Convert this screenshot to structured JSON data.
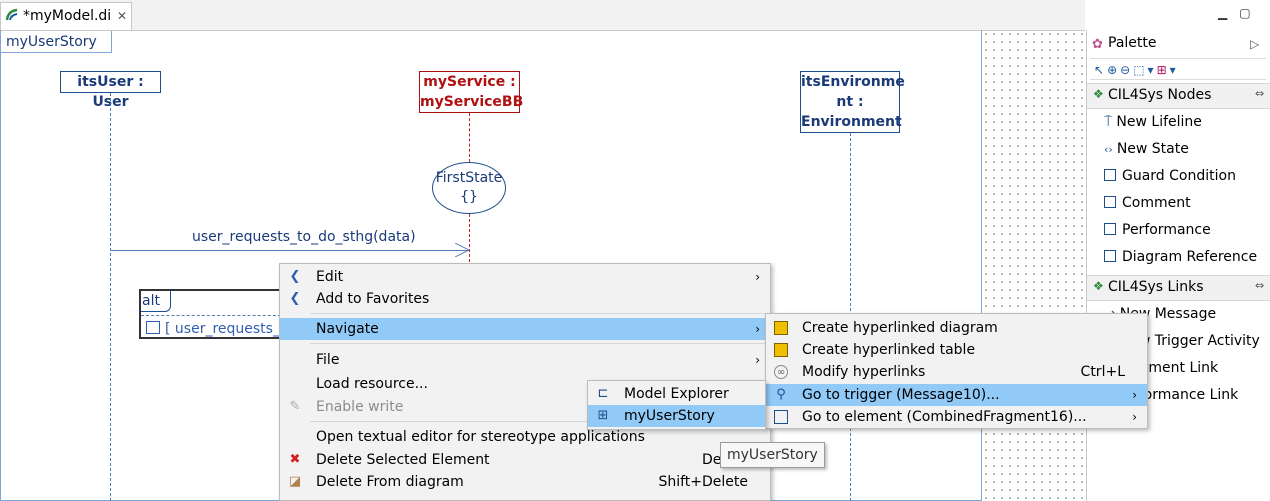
{
  "editor": {
    "tab_title": "*myModel.di",
    "frame_label": "myUserStory"
  },
  "diagram": {
    "lifelines": [
      {
        "label": "itsUser : User"
      },
      {
        "label1": "myService :",
        "label2": "myServiceBB"
      },
      {
        "label1": "itsEnvironme",
        "label2": "nt :",
        "label3": "Environment"
      }
    ],
    "state": {
      "name": "FirstState",
      "body": "{}"
    },
    "message": "user_requests_to_do_sthg(data)",
    "fragment": {
      "operator": "alt",
      "guard": "[ user_requests_to"
    }
  },
  "palette": {
    "title": "Palette",
    "nodes_header": "CIL4Sys Nodes",
    "nodes": [
      "New Lifeline",
      "New State",
      "Guard Condition",
      "Comment",
      "Performance",
      "Diagram Reference"
    ],
    "links_header": "CIL4Sys Links",
    "links": [
      "New Message",
      "New Trigger Activity",
      "Comment Link",
      "Performance Link"
    ]
  },
  "context_menu": {
    "items": [
      {
        "label": "Edit"
      },
      {
        "label": "Add to Favorites"
      },
      {
        "label": "Navigate"
      },
      {
        "label": "File"
      },
      {
        "label": "Load resource..."
      },
      {
        "label": "Enable write"
      },
      {
        "label": "Open textual editor for stereotype applications"
      },
      {
        "label": "Delete Selected Element",
        "shortcut": "Delete"
      },
      {
        "label": "Delete From diagram",
        "shortcut": "Shift+Delete"
      }
    ]
  },
  "navigate_menu": {
    "items": [
      {
        "label": "Create hyperlinked diagram"
      },
      {
        "label": "Create hyperlinked table"
      },
      {
        "label": "Modify hyperlinks",
        "shortcut": "Ctrl+L"
      },
      {
        "label": "Go to trigger (Message10)..."
      },
      {
        "label": "Go to element (CombinedFragment16)..."
      }
    ]
  },
  "trigger_menu": {
    "items": [
      {
        "label": "Model Explorer"
      },
      {
        "label": "myUserStory"
      }
    ]
  },
  "tooltip": "myUserStory",
  "colors": {
    "selection": "#91c9f7",
    "lifeline_border": "#1f4e8c",
    "service_red": "#b01010"
  }
}
